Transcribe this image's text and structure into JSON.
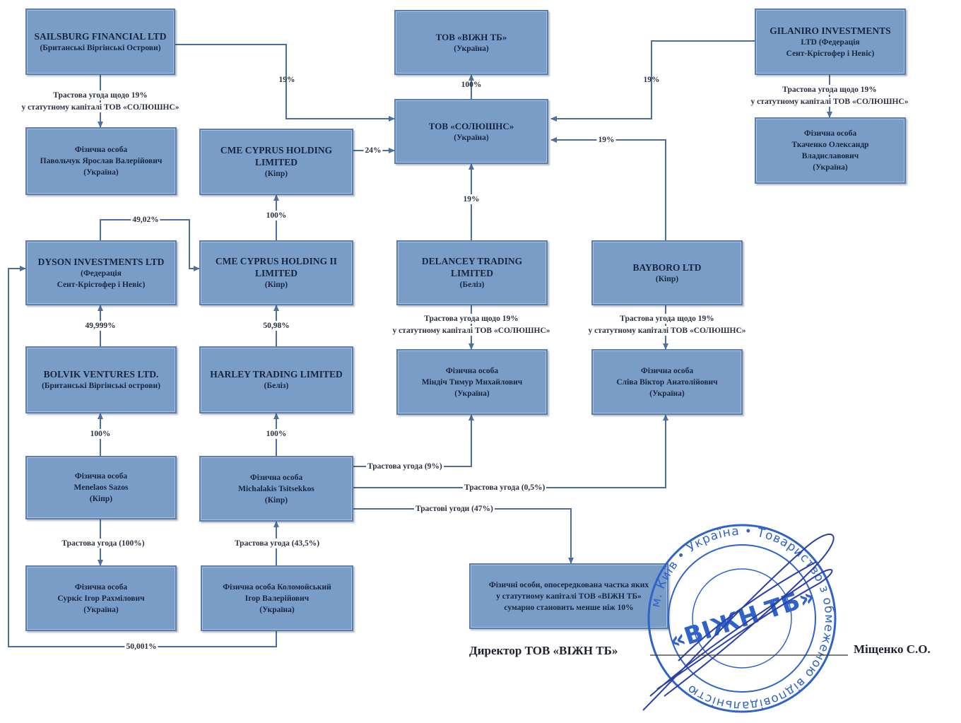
{
  "boxes": {
    "sailsburg": {
      "title": "SAILSBURG FINANCIAL LTD",
      "sub": "(Британські Віргінські Острови)"
    },
    "vizhn_tb": {
      "title": "ТОВ «ВІЖН ТБ»",
      "sub": "(Україна)"
    },
    "gilaniro": {
      "title": "GILANIRO INVESTMENTS",
      "line2": "LTD (Федерація",
      "sub": "Сент-Крістофер і Невіс)"
    },
    "solutions": {
      "title": "ТОВ «СОЛЮШНС»",
      "sub": "(Україна)"
    },
    "pavlovchuk": {
      "title": "Фізична особа",
      "line2": "Павольчук Ярослав Валерійович",
      "sub": "(Україна)"
    },
    "cme1": {
      "title": "CME CYPRUS HOLDING",
      "line2": "LIMITED",
      "sub": "(Кіпр)"
    },
    "tkachenko": {
      "title": "Фізична особа",
      "line2": "Ткаченко Олександр",
      "line3": "Владиславович",
      "sub": "(Україна)"
    },
    "dyson": {
      "title": "DYSON INVESTMENTS LTD",
      "line2": "(Федерація",
      "sub": "Сент-Крістофер і Невіс)"
    },
    "cme2": {
      "title": "CME CYPRUS HOLDING II",
      "line2": "LIMITED",
      "sub": "(Кіпр)"
    },
    "delancey": {
      "title": "DELANCEY TRADING",
      "line2": "LIMITED",
      "sub": "(Беліз)"
    },
    "bayboro": {
      "title": "BAYBORO LTD",
      "sub": "(Кіпр)"
    },
    "bolvik": {
      "title": "BOLVIK VENTURES LTD.",
      "sub": "(Британські Віргінські острови)"
    },
    "harley": {
      "title": "HARLEY TRADING LIMITED",
      "sub": "(Беліз)"
    },
    "mindich": {
      "title": "Фізична особа",
      "line2": "Міндіч Тимур Михайлович",
      "sub": "(Україна)"
    },
    "sliva": {
      "title": "Фізична особа",
      "line2": "Сліва Віктор Анатолійович",
      "sub": "(Україна)"
    },
    "menelaos": {
      "title": "Фізична особа",
      "line2": "Menelaos Sazos",
      "sub": "(Кіпр)"
    },
    "michalakis": {
      "title": "Фізична особа",
      "line2": "Michalakis Tsitsekkos",
      "sub": "(Кіпр)"
    },
    "surkis": {
      "title": "Фізична особа",
      "line2": "Суркіс Ігор Рахмілович",
      "sub": "(Україна)"
    },
    "kolomoisky": {
      "title": "Фізична особа Коломойський",
      "line2": "Ігор Валерійович",
      "sub": "(Україна)"
    },
    "individuals": {
      "title": "Фізичні особи, опосередкована частка яких",
      "line2": "у статутному капіталі ТОВ «ВІЖН ТБ»",
      "sub": "сумарно становить менше ніж 10%"
    }
  },
  "labels": {
    "sailsburg_pct": "19%",
    "gilaniro_pct": "19%",
    "vizhn_pct": "100%",
    "cme1_pct": "24%",
    "bayboro_pct": "19%",
    "delancey_pct": "19%",
    "cme2_cme1_pct": "100%",
    "dyson_cme2_pct": "49,02%",
    "bolvik_dyson_pct": "49,999%",
    "harley_cme2_pct": "50,98%",
    "menelaos_bolvik_pct": "100%",
    "michalakis_harley_pct": "100%",
    "trust_sailsburg_1": "Трастова угода щодо 19%",
    "trust_sailsburg_2": "у статутному капіталі ТОВ «СОЛЮШНС»",
    "trust_gilaniro_1": "Трастова угода щодо 19%",
    "trust_gilaniro_2": "у статутному капіталі ТОВ «СОЛЮШНС»",
    "trust_delancey_1": "Трастова угода щодо 19%",
    "trust_delancey_2": "у статутному капіталі ТОВ «СОЛЮШНС»",
    "trust_bayboro_1": "Трастова угода щодо 19%",
    "trust_bayboro_2": "у статутному капіталі ТОВ «СОЛЮШНС»",
    "trust_9": "Трастова угода (9%)",
    "trust_05": "Трастова угода (0,5%)",
    "trust_47": "Трастові угоди (47%)",
    "trust_100": "Трастова угода (100%)",
    "trust_435": "Трастова угода (43,5%)",
    "kolom_dyson_pct": "50,001%"
  },
  "signature": {
    "director_label": "Директор ТОВ «ВІЖН ТБ»",
    "director_name": "Міщенко С.О."
  },
  "stamp": {
    "text_outer": "м. Київ • Україна • Товариство з обмеженою відповідальністю",
    "text_center": "«ВІЖН ТБ»",
    "color": "#2f63c9"
  },
  "colors": {
    "box_fill": "#7a9dc8",
    "box_border": "#5d7faa",
    "line": "#4c6f9e"
  }
}
